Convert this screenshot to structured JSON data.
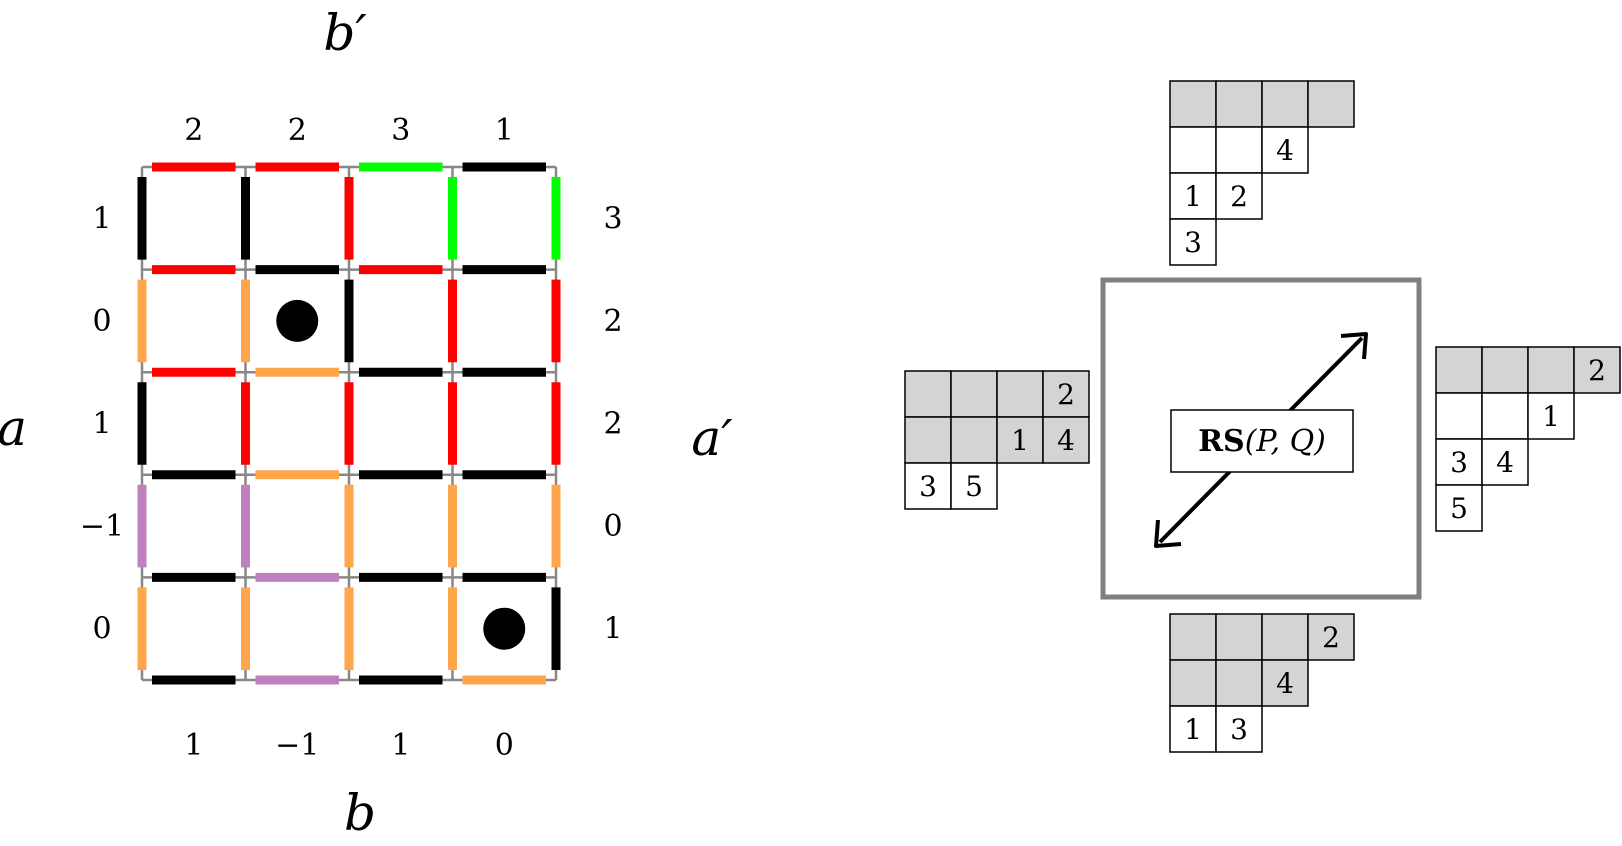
{
  "colors": {
    "red": "#ff0000",
    "black": "#000000",
    "green": "#00ff00",
    "orange": "#ffa64d",
    "purple": "#bf80bf",
    "grid": "#888888",
    "shaded": "#d4d4d4",
    "frame": "#808080"
  },
  "lattice": {
    "rows": 5,
    "cols": 4,
    "top_labels": [
      "2",
      "2",
      "3",
      "1"
    ],
    "bottom_labels": [
      "1",
      "−1",
      "1",
      "0"
    ],
    "left_labels": [
      "1",
      "0",
      "1",
      "−1",
      "0"
    ],
    "right_labels": [
      "3",
      "2",
      "2",
      "0",
      "1"
    ],
    "axis_top": "b′",
    "axis_bottom": "b",
    "axis_left": "a",
    "axis_right": "a′",
    "h_edges": [
      [
        "red",
        "red",
        "green",
        "black"
      ],
      [
        "red",
        "black",
        "red",
        "black"
      ],
      [
        "red",
        "orange",
        "black",
        "black"
      ],
      [
        "black",
        "orange",
        "black",
        "black"
      ],
      [
        "black",
        "purple",
        "black",
        "black"
      ],
      [
        "black",
        "purple",
        "black",
        "orange"
      ]
    ],
    "v_edges": [
      [
        "black",
        "black",
        "red",
        "green",
        "green"
      ],
      [
        "orange",
        "orange",
        "black",
        "red",
        "red"
      ],
      [
        "black",
        "red",
        "red",
        "red",
        "red"
      ],
      [
        "purple",
        "purple",
        "orange",
        "orange",
        "orange"
      ],
      [
        "orange",
        "orange",
        "orange",
        "orange",
        "black"
      ]
    ],
    "dots": [
      {
        "row": 1,
        "col": 1
      },
      {
        "row": 4,
        "col": 3
      }
    ]
  },
  "rs_box": {
    "label_bold": "RS",
    "label_args": "(P, Q)"
  },
  "tableaux": {
    "top": {
      "rows": [
        [
          {
            "v": "",
            "s": 1
          },
          {
            "v": "",
            "s": 1
          },
          {
            "v": "",
            "s": 1
          },
          {
            "v": "",
            "s": 1
          }
        ],
        [
          {
            "v": "",
            "s": 0
          },
          {
            "v": "",
            "s": 0
          },
          {
            "v": "4",
            "s": 0
          }
        ],
        [
          {
            "v": "1",
            "s": 0
          },
          {
            "v": "2",
            "s": 0
          }
        ],
        [
          {
            "v": "3",
            "s": 0
          }
        ]
      ]
    },
    "left": {
      "rows": [
        [
          {
            "v": "",
            "s": 1
          },
          {
            "v": "",
            "s": 1
          },
          {
            "v": "",
            "s": 1
          },
          {
            "v": "2",
            "s": 1
          }
        ],
        [
          {
            "v": "",
            "s": 1
          },
          {
            "v": "",
            "s": 1
          },
          {
            "v": "1",
            "s": 1
          },
          {
            "v": "4",
            "s": 1
          }
        ],
        [
          {
            "v": "3",
            "s": 0
          },
          {
            "v": "5",
            "s": 0
          }
        ]
      ]
    },
    "right": {
      "rows": [
        [
          {
            "v": "",
            "s": 1
          },
          {
            "v": "",
            "s": 1
          },
          {
            "v": "",
            "s": 1
          },
          {
            "v": "2",
            "s": 1
          }
        ],
        [
          {
            "v": "",
            "s": 0
          },
          {
            "v": "",
            "s": 0
          },
          {
            "v": "1",
            "s": 0
          }
        ],
        [
          {
            "v": "3",
            "s": 0
          },
          {
            "v": "4",
            "s": 0
          }
        ],
        [
          {
            "v": "5",
            "s": 0
          }
        ]
      ]
    },
    "bottom": {
      "rows": [
        [
          {
            "v": "",
            "s": 1
          },
          {
            "v": "",
            "s": 1
          },
          {
            "v": "",
            "s": 1
          },
          {
            "v": "2",
            "s": 1
          }
        ],
        [
          {
            "v": "",
            "s": 1
          },
          {
            "v": "",
            "s": 1
          },
          {
            "v": "4",
            "s": 1
          }
        ],
        [
          {
            "v": "1",
            "s": 0
          },
          {
            "v": "3",
            "s": 0
          }
        ]
      ]
    }
  }
}
